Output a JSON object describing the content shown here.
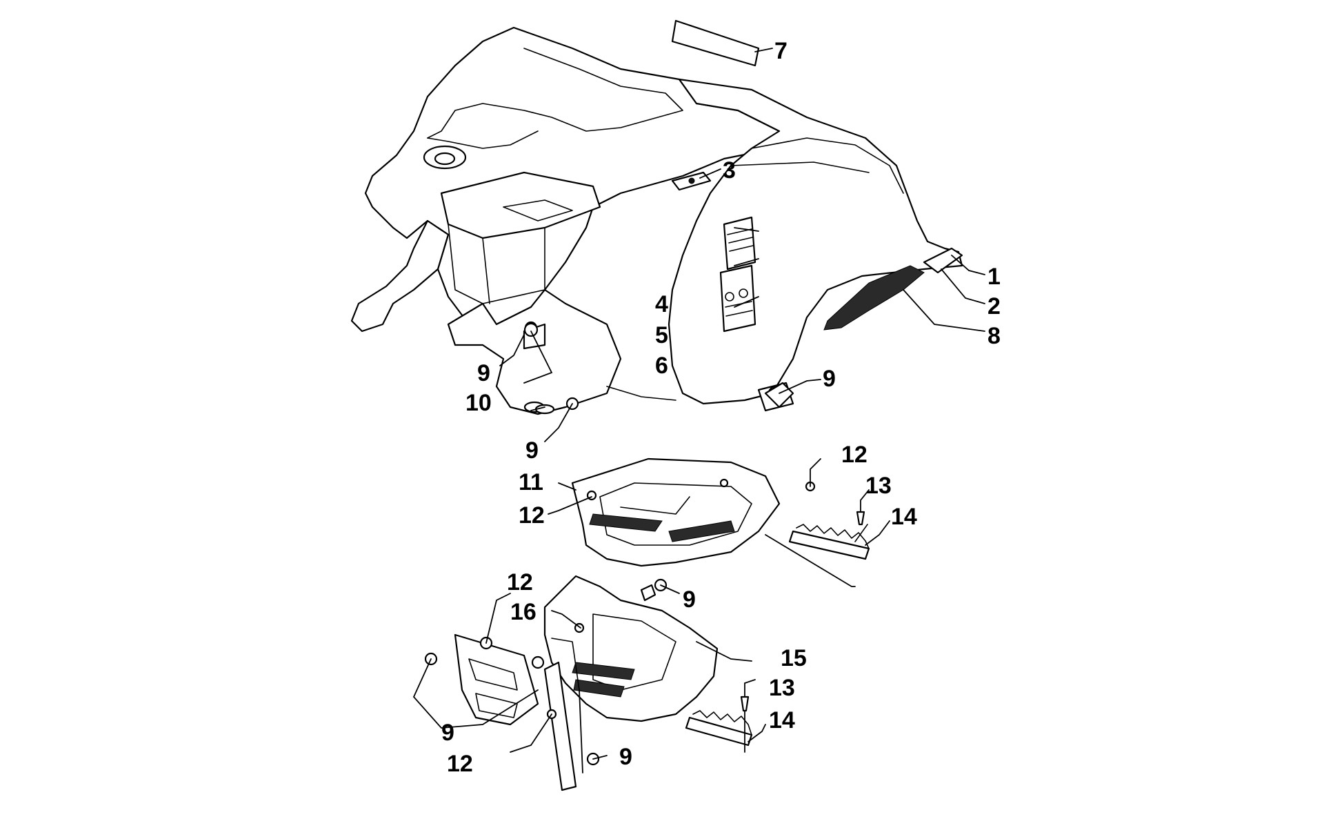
{
  "callouts": [
    {
      "id": "c1",
      "label": "1"
    },
    {
      "id": "c2",
      "label": "2"
    },
    {
      "id": "c3",
      "label": "3"
    },
    {
      "id": "c4",
      "label": "4"
    },
    {
      "id": "c5",
      "label": "5"
    },
    {
      "id": "c6",
      "label": "6"
    },
    {
      "id": "c7",
      "label": "7"
    },
    {
      "id": "c8",
      "label": "8"
    },
    {
      "id": "c9a",
      "label": "9"
    },
    {
      "id": "c9b",
      "label": "9"
    },
    {
      "id": "c9c",
      "label": "9"
    },
    {
      "id": "c9d",
      "label": "9"
    },
    {
      "id": "c9e",
      "label": "9"
    },
    {
      "id": "c9f",
      "label": "9"
    },
    {
      "id": "c10",
      "label": "10"
    },
    {
      "id": "c11",
      "label": "11"
    },
    {
      "id": "c12a",
      "label": "12"
    },
    {
      "id": "c12b",
      "label": "12"
    },
    {
      "id": "c12c",
      "label": "12"
    },
    {
      "id": "c12d",
      "label": "12"
    },
    {
      "id": "c13a",
      "label": "13"
    },
    {
      "id": "c13b",
      "label": "13"
    },
    {
      "id": "c14a",
      "label": "14"
    },
    {
      "id": "c14b",
      "label": "14"
    },
    {
      "id": "c15",
      "label": "15"
    },
    {
      "id": "c16",
      "label": "16"
    }
  ]
}
